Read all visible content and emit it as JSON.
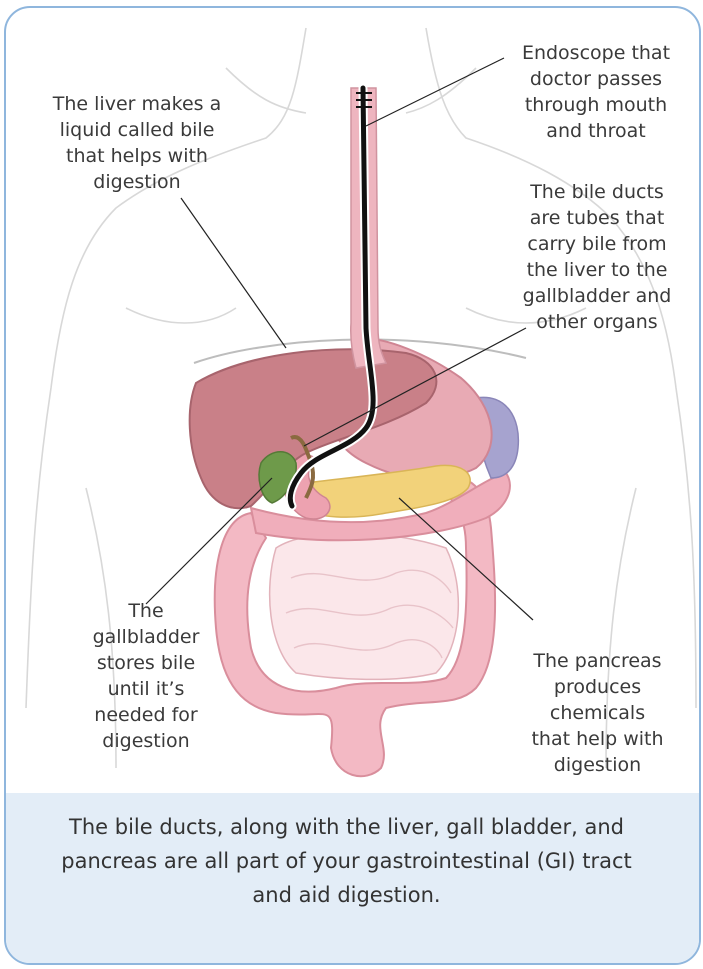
{
  "labels": {
    "liver": "The liver makes a\nliquid called bile\nthat helps with\ndigestion",
    "endoscope": "Endoscope that\ndoctor passes\nthrough mouth\nand throat",
    "bile_ducts": "The bile ducts\nare tubes that\ncarry bile from\nthe liver to the\ngallbladder and\nother organs",
    "gallbladder": "The\ngallbladder\nstores bile\nuntil it’s\nneeded for\ndigestion",
    "pancreas": "The pancreas\nproduces\nchemicals\nthat help with\ndigestion"
  },
  "caption": "The bile ducts, along with the liver, gall bladder, and pancreas are all part of your gastrointestinal (GI) tract and aid digestion.",
  "colors": {
    "border": "#8fb6dd",
    "caption_band": "#e3edf7",
    "liver": "#c98088",
    "stomach": "#e8aab4",
    "spleen": "#a6a3cf",
    "pancreas": "#f2d27a",
    "gallbladder": "#6e9a4a",
    "intestine": "#f3b9c4",
    "endoscope": "#111111"
  }
}
